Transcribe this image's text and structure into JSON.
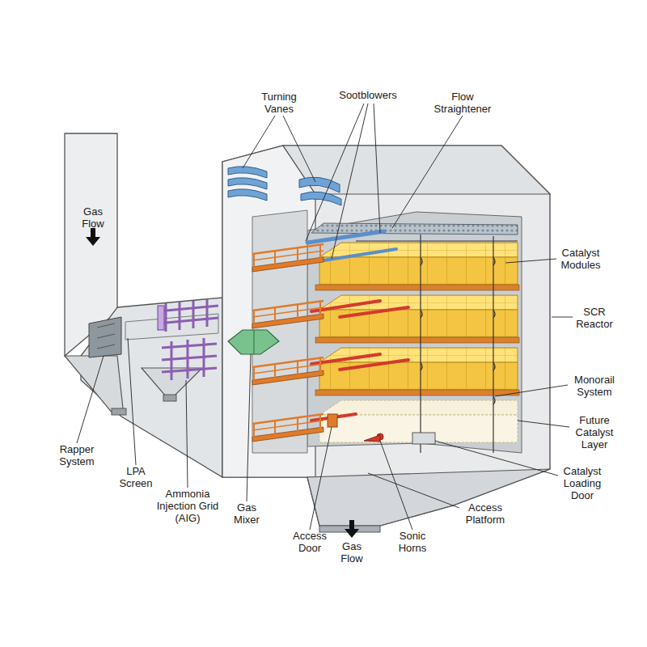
{
  "diagram": {
    "labels": [
      "Turning Vanes",
      "Sootblowers",
      "Flow Straightener",
      "Gas Flow",
      "Catalyst Modules",
      "SCR Reactor",
      "Monorail System",
      "Future Catalyst Layer",
      "Catalyst Loading Door",
      "Access Platform",
      "Sonic Horns",
      "Gas Flow",
      "Access Door",
      "Gas Mixer",
      "Ammonia Injection Grid (AIG)",
      "LPA Screen",
      "Rapper System"
    ]
  }
}
